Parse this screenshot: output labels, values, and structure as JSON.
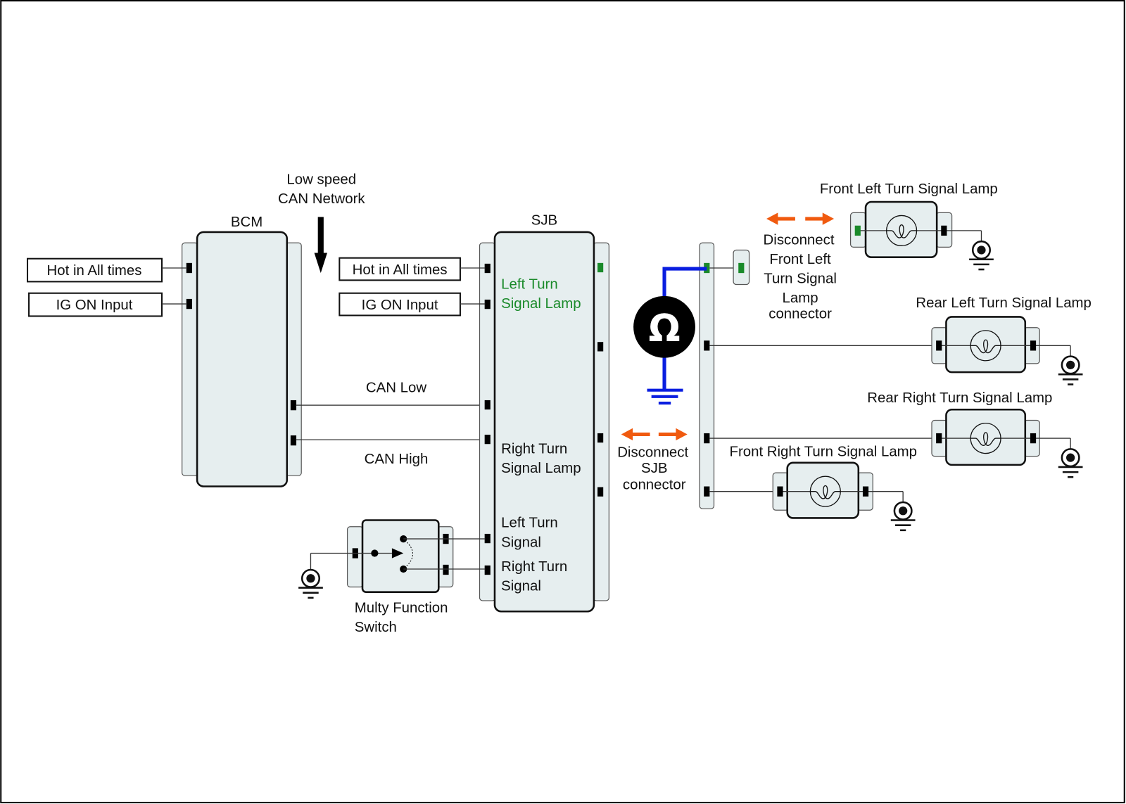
{
  "diagram": {
    "network_label": [
      "Low speed",
      "CAN Network"
    ],
    "bcm": {
      "title": "BCM",
      "inputs": [
        "Hot in All times",
        "IG ON Input"
      ]
    },
    "sjb": {
      "title": "SJB",
      "inputs": [
        "Hot in All times",
        "IG ON Input"
      ],
      "internal_labels": {
        "left_turn_lamp": [
          "Left Turn",
          "Signal Lamp"
        ],
        "right_turn_lamp": [
          "Right Turn",
          "Signal Lamp"
        ],
        "left_turn_signal": [
          "Left Turn",
          "Signal"
        ],
        "right_turn_signal": [
          "Right Turn",
          "Signal"
        ]
      }
    },
    "can_lines": {
      "low": "CAN Low",
      "high": "CAN High"
    },
    "switch": {
      "label": [
        "Multy Function",
        "Switch"
      ]
    },
    "disconnect_sjb": [
      "Disconnect",
      "SJB",
      "connector"
    ],
    "disconnect_front_left": [
      "Disconnect",
      "Front Left",
      "Turn Signal",
      "Lamp",
      "connector"
    ],
    "meter": {
      "symbol": "Ω",
      "icon": "ohmmeter-icon"
    },
    "lamps": {
      "front_left": "Front Left Turn Signal Lamp",
      "rear_left": "Rear Left Turn Signal Lamp",
      "rear_right": "Rear Right Turn Signal Lamp",
      "front_right": "Front Right Turn Signal Lamp"
    },
    "colors": {
      "highlight_green": "#1a8a2a",
      "meter_wire_blue": "#0a1ee0",
      "disconnect_arrow_orange": "#f05a0f",
      "component_fill": "#e6eeef"
    }
  }
}
